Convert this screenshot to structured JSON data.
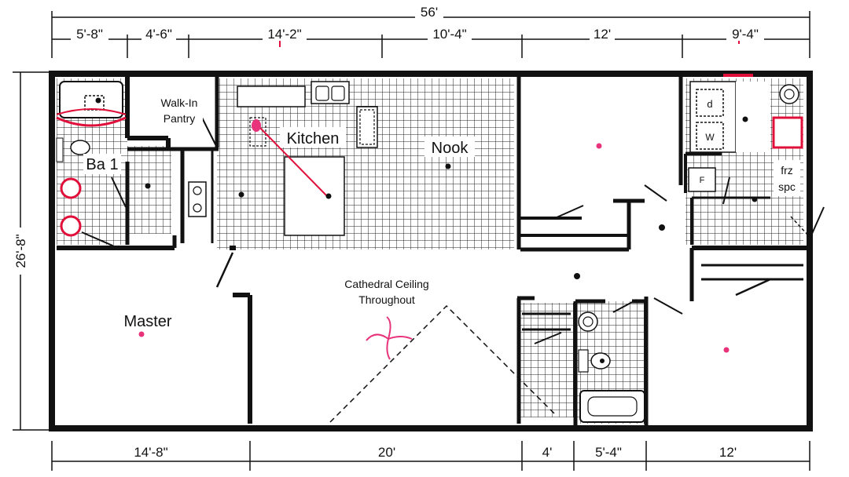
{
  "plan": {
    "overall_width": "56'",
    "overall_depth": "26'-8\"",
    "top_dimensions": [
      "5'-8\"",
      "4'-6\"",
      "14'-2\"",
      "10'-4\"",
      "12'",
      "9'-4\""
    ],
    "bottom_dimensions": [
      "14'-8\"",
      "20'",
      "4'",
      "5'-4\"",
      "12'"
    ],
    "rooms": {
      "walk_in_pantry_line1": "Walk-In",
      "walk_in_pantry_line2": "Pantry",
      "kitchen": "Kitchen",
      "nook": "Nook",
      "bath_1": "Ba 1",
      "master": "Master",
      "ceiling_line1": "Cathedral Ceiling",
      "ceiling_line2": "Throughout",
      "freezer_line1": "frz",
      "freezer_line2": "spc"
    },
    "appliances": {
      "dryer": "d",
      "washer": "W",
      "furnace": "F"
    },
    "colors": {
      "wall": "#111111",
      "floor_grid": "#222222",
      "annotation_red": "#e0103a",
      "annotation_pink": "#e8337a"
    }
  }
}
